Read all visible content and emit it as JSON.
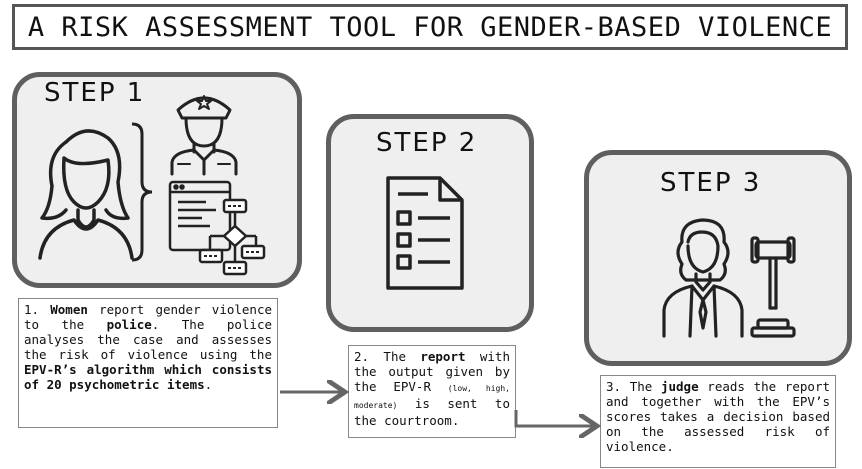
{
  "title": "A RISK ASSESSMENT TOOL FOR GENDER-BASED VIOLENCE",
  "steps": [
    {
      "label": "STEP 1",
      "icons": [
        "woman-icon",
        "police-officer-icon",
        "algorithm-flowchart-icon"
      ],
      "description": {
        "p1": "1. ",
        "b1": "Women",
        "p2": " report gender violence to the ",
        "b2": "police",
        "p3": ". The police analyses the case and assesses the risk of violence using the ",
        "b3": "EPV-R’s algorithm which consists of 20 psychometric items",
        "p4": "."
      }
    },
    {
      "label": "STEP 2",
      "icons": [
        "report-document-icon"
      ],
      "description": {
        "p1": "2. The ",
        "b1": "report",
        "p2": " with the output given by the EPV-R ",
        "small": "(low, high, moderate)",
        "p3": " is sent to the courtroom."
      }
    },
    {
      "label": "STEP 3",
      "icons": [
        "judge-gavel-icon"
      ],
      "description": {
        "p1": "3. The ",
        "b1": "judge",
        "p2": " reads the report and together with the EPV’s scores takes a decision based on the assessed risk of violence."
      }
    }
  ],
  "colors": {
    "box_fill": "#efefef",
    "box_border": "#5f5f5f",
    "arrow": "#666666",
    "icon_stroke": "#222222"
  }
}
